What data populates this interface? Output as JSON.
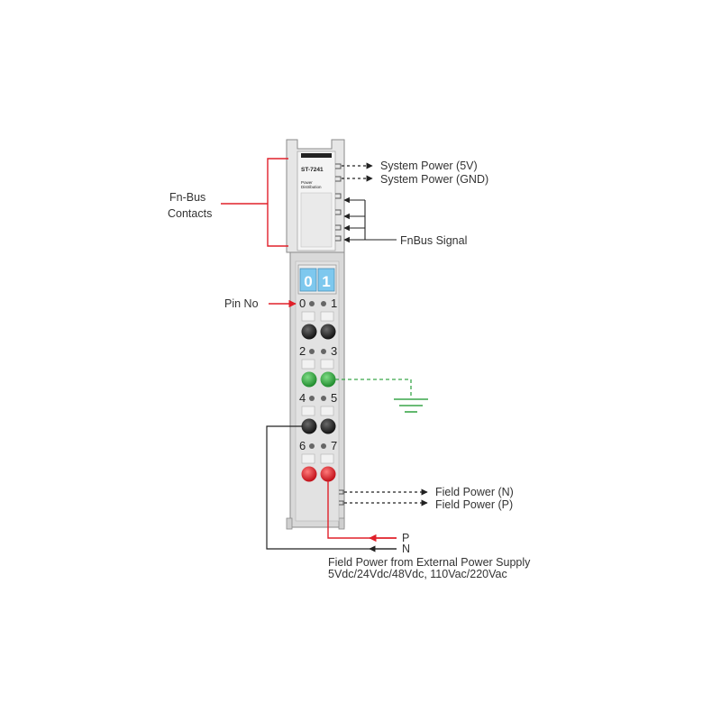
{
  "module": {
    "model": "ST-7241",
    "subtitle_line1": "Power",
    "subtitle_line2": "Distribution",
    "channel_display": [
      "0",
      "1"
    ]
  },
  "pins": [
    "0",
    "1",
    "2",
    "3",
    "4",
    "5",
    "6",
    "7"
  ],
  "labels": {
    "fn_bus_line1": "Fn-Bus",
    "fn_bus_line2": "Contacts",
    "system_power_5v": "System Power (5V)",
    "system_power_gnd": "System Power (GND)",
    "fnbus_signal": "FnBus Signal",
    "pin_no": "Pin No",
    "field_power_n": "Field Power (N)",
    "field_power_p": "Field Power (P)",
    "p": "P",
    "n": "N",
    "external_line1": "Field Power from External Power Supply",
    "external_line2": "5Vdc/24Vdc/48Vdc, 110Vac/220Vac"
  },
  "colors": {
    "accent_red": "#e0202a",
    "ground_green": "#3aa64a",
    "display_blue": "#7ec8ee",
    "module_body": "#d9d9d9"
  }
}
